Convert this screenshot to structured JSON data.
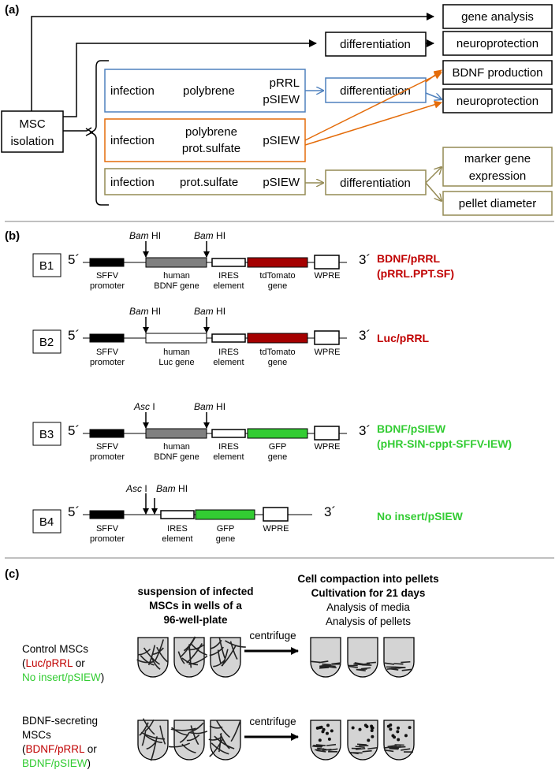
{
  "colors": {
    "black": "#000000",
    "blue": "#4f81bd",
    "orange": "#e46c0a",
    "olive": "#948a54",
    "red_text": "#c00000",
    "green_text": "#33cc33",
    "dark_red_gene": "#a50000",
    "grey_gene": "#808080",
    "gfp_green": "#33cc33",
    "well_fill": "#d4d4d4"
  },
  "panel_a": {
    "label": "(a)",
    "msc_isolation": [
      "MSC",
      "isolation"
    ],
    "gene_analysis": "gene analysis",
    "differentiation": "differentiation",
    "neuroprotection": "neuroprotection",
    "bdnf_production": "BDNF production",
    "marker_gene_expression": [
      "marker gene",
      "expression"
    ],
    "pellet_diameter": "pellet diameter",
    "row_blue": {
      "infection": "infection",
      "agent": "polybrene",
      "vectors": [
        "pRRL",
        "pSIEW"
      ]
    },
    "row_orange": {
      "infection": "infection",
      "agent": [
        "polybrene",
        "prot.sulfate"
      ],
      "vector": "pSIEW"
    },
    "row_olive": {
      "infection": "infection",
      "agent": "prot.sulfate",
      "vector": "pSIEW"
    }
  },
  "panel_b": {
    "label": "(b)",
    "five_prime": "5´",
    "three_prime": "3´",
    "labels": {
      "sffv": [
        "SFFV",
        "promoter"
      ],
      "ires": [
        "IRES",
        "element"
      ],
      "wpre": "WPRE",
      "human_bdnf": [
        "human",
        "BDNF gene"
      ],
      "human_luc": [
        "human",
        "Luc gene"
      ],
      "tdtomato": [
        "tdTomato",
        "gene"
      ],
      "gfp": [
        "GFP",
        "gene"
      ],
      "bam_italic": "Bam",
      "bam_hi": " HI",
      "asc_italic": "Asc",
      "asc_i": " I"
    },
    "constructs": [
      {
        "id": "B1",
        "name": [
          "BDNF/pRRL",
          "(pRRL.PPT.SF)"
        ]
      },
      {
        "id": "B2",
        "name": [
          "Luc/pRRL"
        ]
      },
      {
        "id": "B3",
        "name": [
          "BDNF/pSIEW",
          "(pHR-SIN-cppt-SFFV-IEW)"
        ]
      },
      {
        "id": "B4",
        "name": [
          "No insert/pSIEW"
        ]
      }
    ]
  },
  "panel_c": {
    "label": "(c)",
    "left_header": [
      "suspension of infected",
      "MSCs in wells of a",
      "96-well-plate"
    ],
    "right_header_bold": [
      "Cell compaction into pellets",
      "Cultivation for 21 days"
    ],
    "right_header_plain": [
      "Analysis of media",
      "Analysis of pellets"
    ],
    "centrifuge": "centrifuge",
    "control": {
      "line1": "Control MSCs",
      "open": "(",
      "red": "Luc/pRRL",
      "or": " or",
      "green": "No insert/pSIEW",
      "close": ")"
    },
    "bdnf": {
      "line1": "BDNF-secreting",
      "line2": "MSCs",
      "open": "(",
      "red": "BDNF/pRRL",
      "or": "  or",
      "green": "BDNF/pSIEW",
      "close": ")"
    }
  }
}
